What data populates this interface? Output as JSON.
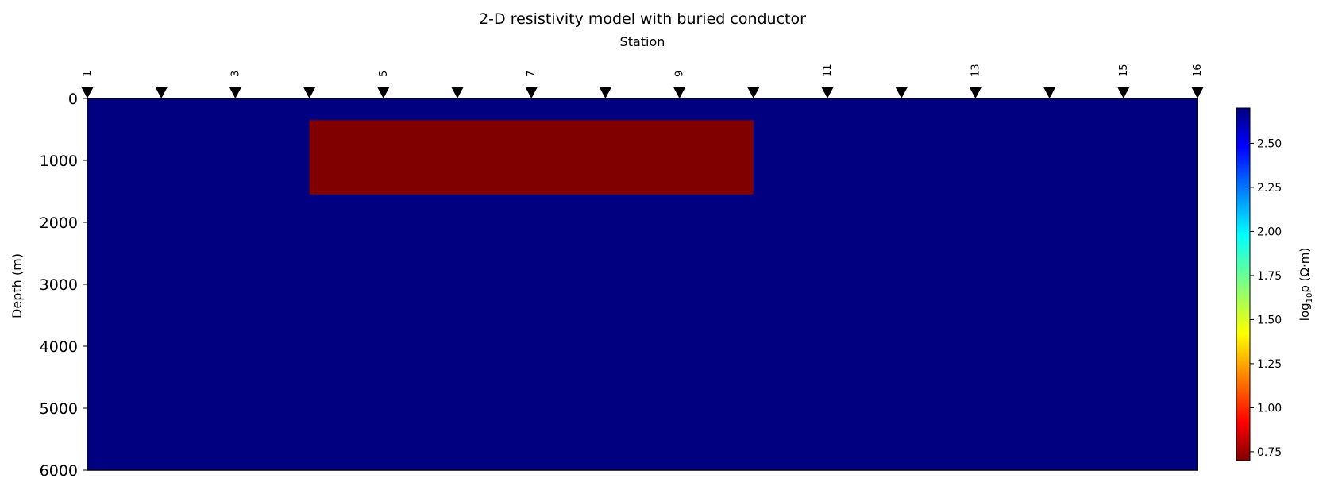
{
  "chart_data": {
    "type": "heatmap",
    "title": "2-D resistivity model with buried conductor",
    "xlabel": "Station",
    "ylabel": "Depth  (m)",
    "stations": {
      "count": 16,
      "labeled": [
        1,
        3,
        5,
        7,
        9,
        11,
        13,
        15,
        16
      ],
      "marker": "inverted-triangle"
    },
    "xlim": [
      1,
      16
    ],
    "ylim": [
      6000,
      0
    ],
    "yticks": [
      0,
      1000,
      2000,
      3000,
      4000,
      5000,
      6000
    ],
    "colormap": "jet_r",
    "colorbar": {
      "label": "log10 ρ  (Ω·m)",
      "label_base": "log",
      "label_sub": "10",
      "label_rest": "ρ  (Ω·m)",
      "range": [
        0.7,
        2.7
      ],
      "ticks": [
        0.75,
        1.0,
        1.25,
        1.5,
        1.75,
        2.0,
        2.25,
        2.5
      ],
      "tick_labels": [
        "0.75",
        "1.00",
        "1.25",
        "1.50",
        "1.75",
        "2.00",
        "2.25",
        "2.50"
      ]
    },
    "background": {
      "log10_resistivity": 2.7
    },
    "anomalies": [
      {
        "name": "buried conductor",
        "station_start": 4,
        "station_end": 10,
        "depth_top": 350,
        "depth_bottom": 1550,
        "log10_resistivity": 0.7
      }
    ]
  }
}
